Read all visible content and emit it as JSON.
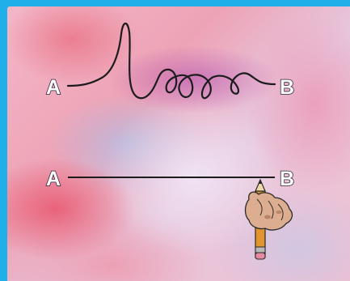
{
  "top_row": {
    "start_label": "A",
    "end_label": "B"
  },
  "bottom_row": {
    "start_label": "A",
    "end_label": "B"
  },
  "colors": {
    "frame": "#1fb0ea",
    "line": "#1c1c1c",
    "label_fill": "#ffffff",
    "label_outline": "#2f2740"
  },
  "icons": [
    "squiggle-path",
    "straight-path",
    "hand-holding-pencil-icon"
  ]
}
